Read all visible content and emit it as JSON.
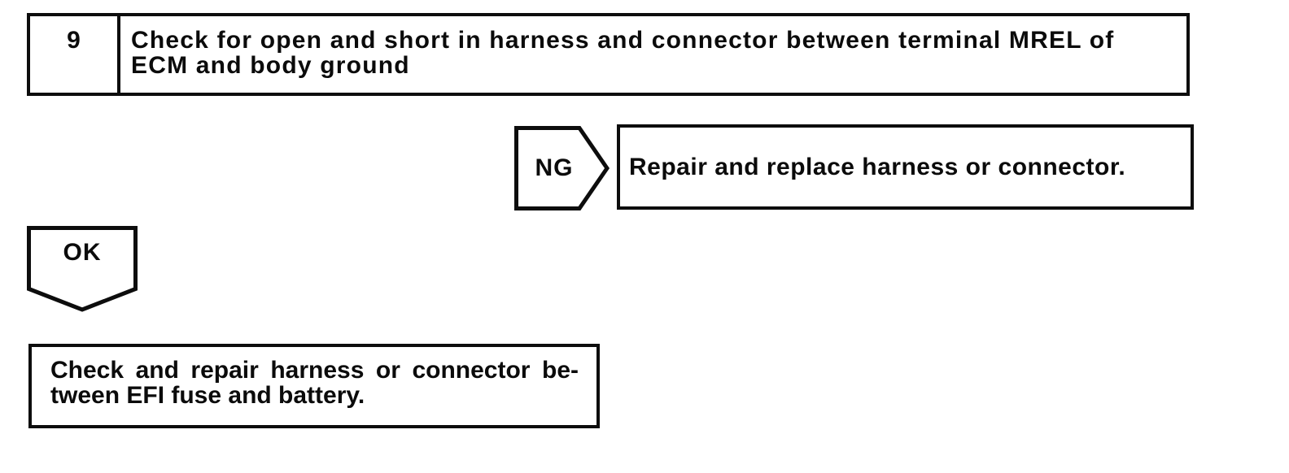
{
  "colors": {
    "ink": "#0d0d0d",
    "paper": "#ffffff"
  },
  "flowchart": {
    "step": {
      "number": "9",
      "title_line1": "Check for open and short in harness and connector between terminal MREL of",
      "title_line2": "ECM and body ground"
    },
    "ng_branch": {
      "label": "NG",
      "action": "Repair and replace harness or connector."
    },
    "ok_branch": {
      "label": "OK",
      "action_line1": "Check and repair harness or connector be-",
      "action_line2": "tween EFI fuse and battery."
    }
  }
}
